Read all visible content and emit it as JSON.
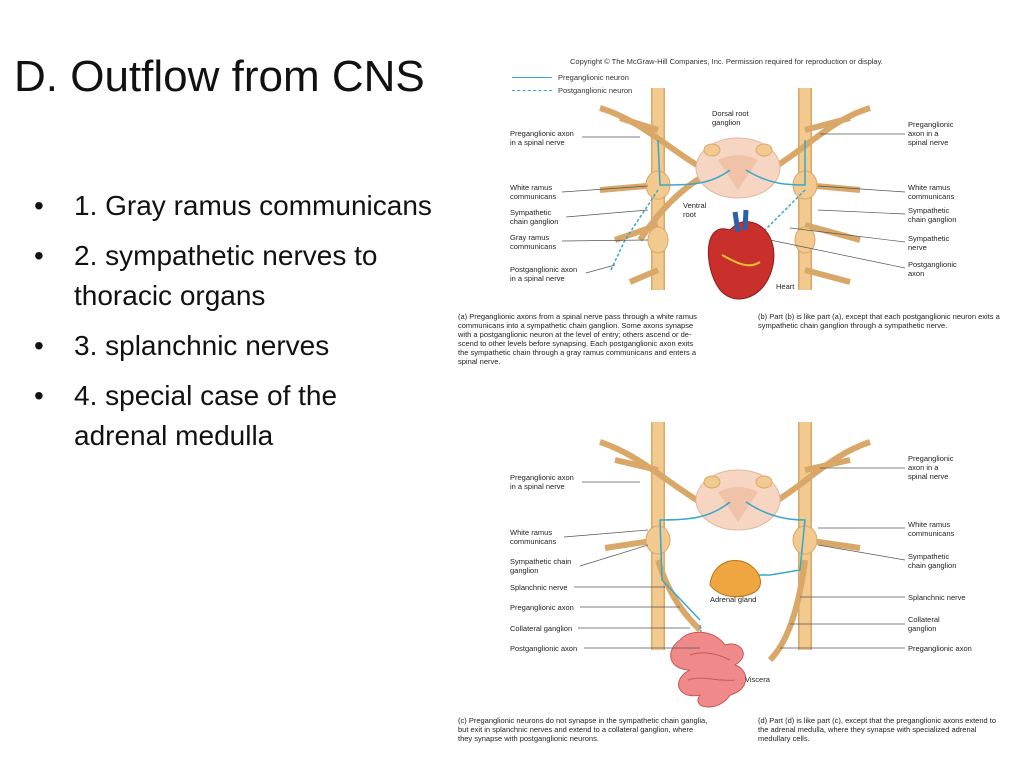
{
  "slide": {
    "title": "D.  Outflow from CNS",
    "bullets": [
      "1.  Gray ramus communicans",
      "2.  sympathetic nerves to thoracic organs",
      "3.  splanchnic nerves",
      "4.  special case of the adrenal medulla"
    ],
    "bullet_glyph": "•"
  },
  "figure": {
    "copyright": "Copyright © The McGraw-Hill Companies, Inc. Permission required for reproduction or display.",
    "legend": {
      "preganglionic": "Preganglionic neuron",
      "postganglionic": "Postganglionic neuron"
    },
    "top": {
      "left_labels": [
        "Preganglionic axon\nin a spinal nerve",
        "White ramus\ncommunicans",
        "Sympathetic\nchain ganglion",
        "Gray ramus\ncommunicans",
        "Postganglionic axon\nin a spinal nerve"
      ],
      "dorsal_root": "Dorsal root\nganglion",
      "ventral_root": "Ventral\nroot",
      "heart": "Heart",
      "right_labels": [
        "Preganglionic\naxon in a\nspinal nerve",
        "White ramus\ncommunicans",
        "Sympathetic\nchain ganglion",
        "Sympathetic\nnerve",
        "Postganglionic\naxon"
      ],
      "caption_a": "(a)  Preganglionic axons from a spinal nerve pass through a white ramus\n       communicans into a sympathetic chain ganglion. Some axons synapse\n       with a postganglionic neuron at the level of entry; others ascend or de-\n       scend to other levels before synapsing. Each postganglionic axon exits\n       the sympathetic chain through a gray ramus communicans and enters a\n       spinal nerve.",
      "caption_b": "(b)  Part (b) is like part (a), except that each postganglionic neuron exits a\n       sympathetic chain ganglion through a sympathetic nerve."
    },
    "bottom": {
      "left_labels": [
        "Preganglionic axon\nin a spinal nerve",
        "White ramus\ncommunicans",
        "Sympathetic chain\nganglion",
        "Splanchnic nerve",
        "Preganglionic axon",
        "Collateral ganglion",
        "Postganglionic axon"
      ],
      "adrenal": "Adrenal gland",
      "viscera": "Viscera",
      "right_labels": [
        "Preganglionic\naxon in a\nspinal nerve",
        "White ramus\ncommunicans",
        "Sympathetic\nchain ganglion",
        "Splanchnic nerve",
        "Collateral\nganglion",
        "Preganglionic axon"
      ],
      "caption_c": "(c)  Preganglionic neurons do not synapse in the sympathetic chain ganglia,\n       but exit in splanchnic nerves and extend to a collateral ganglion, where\n       they synapse with postganglionic neurons.",
      "caption_d": "(d)  Part (d) is like part (c), except that the preganglionic axons extend to\n       the adrenal medulla, where they synapse with specialized adrenal\n       medullary cells."
    },
    "colors": {
      "nerve": "#f2c98e",
      "nerve_stroke": "#d9a868",
      "neuron": "#3aa7c9",
      "cord": "#f6d6c3",
      "heart": "#c9302c",
      "viscera": "#f08a8a",
      "adrenal": "#f0a640"
    }
  }
}
